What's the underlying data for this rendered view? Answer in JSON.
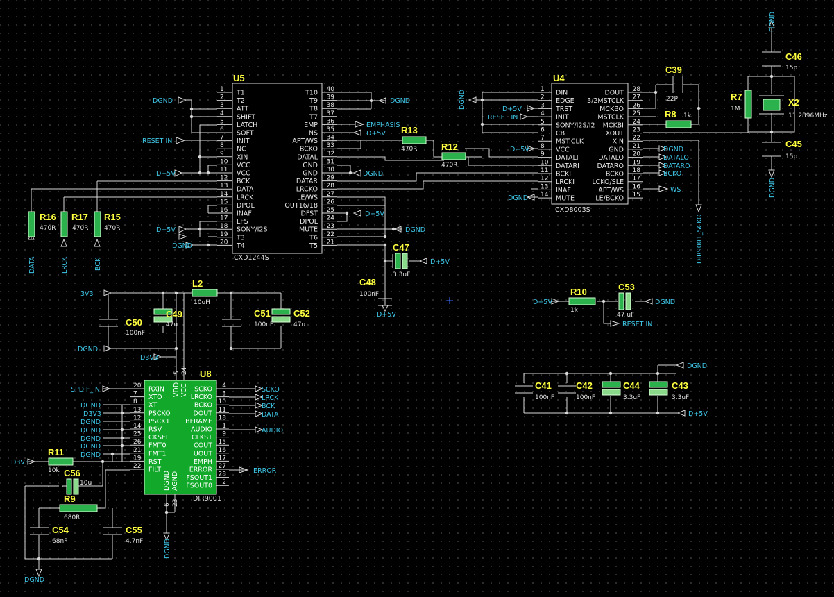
{
  "chips": {
    "u5": {
      "ref": "U5",
      "part": "CXD1244S",
      "left_pins": [
        [
          "1",
          "T1"
        ],
        [
          "2",
          "T2"
        ],
        [
          "3",
          "ATT"
        ],
        [
          "4",
          "SHIFT"
        ],
        [
          "5",
          "LATCH"
        ],
        [
          "6",
          "SOFT"
        ],
        [
          "7",
          "INIT"
        ],
        [
          "8",
          "NC"
        ],
        [
          "9",
          "XIN"
        ],
        [
          "10",
          "VCC"
        ],
        [
          "11",
          "VCC"
        ],
        [
          "12",
          "BCK"
        ],
        [
          "13",
          "DATA"
        ],
        [
          "14",
          "LRCK"
        ],
        [
          "15",
          "DPOL"
        ],
        [
          "16",
          "INAF"
        ],
        [
          "17",
          "LFS"
        ],
        [
          "18",
          "SONY/I2S"
        ],
        [
          "19",
          "T3"
        ],
        [
          "20",
          "T4"
        ]
      ],
      "right_pins": [
        [
          "40",
          "T10"
        ],
        [
          "39",
          "T9"
        ],
        [
          "38",
          "T8"
        ],
        [
          "37",
          "T7"
        ],
        [
          "36",
          "EMP"
        ],
        [
          "35",
          "NS"
        ],
        [
          "34",
          "APT/WS"
        ],
        [
          "33",
          "BCKO"
        ],
        [
          "32",
          "DATAL"
        ],
        [
          "31",
          "GND"
        ],
        [
          "30",
          "GND"
        ],
        [
          "29",
          "DATAR"
        ],
        [
          "28",
          "LRCKO"
        ],
        [
          "27",
          "LE/WS"
        ],
        [
          "26",
          "OUT16/18"
        ],
        [
          "25",
          "DFST"
        ],
        [
          "24",
          "DPOL"
        ],
        [
          "23",
          "MUTE"
        ],
        [
          "22",
          "T6"
        ],
        [
          "21",
          "T5"
        ]
      ]
    },
    "u4": {
      "ref": "U4",
      "part": "CXD8003S",
      "left_pins": [
        [
          "1",
          "DIN"
        ],
        [
          "2",
          "EDGE"
        ],
        [
          "3",
          "TRST"
        ],
        [
          "4",
          "INIT"
        ],
        [
          "5",
          "SONY/I2S/I2"
        ],
        [
          "6",
          "CB"
        ],
        [
          "7",
          "MST.CLK"
        ],
        [
          "8",
          "VCC"
        ],
        [
          "9",
          "DATALI"
        ],
        [
          "10",
          "DATARI"
        ],
        [
          "11",
          "BCKI"
        ],
        [
          "12",
          "LRCKI"
        ],
        [
          "13",
          "INAF"
        ],
        [
          "14",
          "MUTE"
        ]
      ],
      "right_pins": [
        [
          "28",
          "DOUT"
        ],
        [
          "27",
          "3/2MSTCLK"
        ],
        [
          "26",
          "MCKBO"
        ],
        [
          "25",
          "MSTCLK"
        ],
        [
          "24",
          "MCKBI"
        ],
        [
          "23",
          "XOUT"
        ],
        [
          "22",
          "XIN"
        ],
        [
          "21",
          "GND"
        ],
        [
          "20",
          "DATALO"
        ],
        [
          "19",
          "DATARO"
        ],
        [
          "18",
          "BCKO"
        ],
        [
          "17",
          "LCKO/SLE"
        ],
        [
          "16",
          "APT/WS"
        ],
        [
          "15",
          "LE/BCKO"
        ]
      ]
    },
    "u8": {
      "ref": "U8",
      "part": "DIR9001",
      "left_pins": [
        [
          "20",
          "RXIN"
        ],
        [
          "7",
          "XTO"
        ],
        [
          "8",
          "XTI"
        ],
        [
          "13",
          "PSCKO"
        ],
        [
          "12",
          "PSCK1"
        ],
        [
          "14",
          "RSV"
        ],
        [
          "25",
          "CKSEL"
        ],
        [
          "26",
          "FMT0"
        ],
        [
          "21",
          "FMT1"
        ],
        [
          "19",
          "RST"
        ],
        [
          "22",
          "FILT"
        ]
      ],
      "right_pins": [
        [
          "4",
          "SCKO"
        ],
        [
          "3",
          "LRCKO"
        ],
        [
          "10",
          "BCKO"
        ],
        [
          "11",
          "DOUT"
        ],
        [
          "18",
          "BFRAME"
        ],
        [
          "1",
          "AUDIO"
        ],
        [
          "9",
          "CLKST"
        ],
        [
          "15",
          "COUT"
        ],
        [
          "16",
          "UOUT"
        ],
        [
          "17",
          "EMPH"
        ],
        [
          "27",
          "ERROR"
        ],
        [
          "28",
          "FSOUT1"
        ],
        [
          "2",
          "FSOUT0"
        ]
      ],
      "top_pins": [
        [
          "5",
          "VDD"
        ],
        [
          "24",
          "VCC"
        ]
      ],
      "bottom_pins": [
        [
          "6",
          "DGND"
        ],
        [
          "23",
          "AGND"
        ]
      ]
    }
  },
  "components": [
    {
      "id": "R16",
      "value": "470R"
    },
    {
      "id": "R17",
      "value": "470R"
    },
    {
      "id": "R15",
      "value": "470R"
    },
    {
      "id": "R13",
      "value": "470R"
    },
    {
      "id": "R12",
      "value": "470R"
    },
    {
      "id": "R8",
      "value": "1k"
    },
    {
      "id": "R7",
      "value": "1M"
    },
    {
      "id": "X2",
      "value": "11.2896MHz"
    },
    {
      "id": "C46",
      "value": "15p"
    },
    {
      "id": "C45",
      "value": "15p"
    },
    {
      "id": "C39",
      "value": "22P"
    },
    {
      "id": "C47",
      "value": "3.3uF"
    },
    {
      "id": "C48",
      "value": "100nF"
    },
    {
      "id": "L2",
      "value": "10uH"
    },
    {
      "id": "C50",
      "value": "100nF"
    },
    {
      "id": "C49",
      "value": "47u"
    },
    {
      "id": "C51",
      "value": "100nF"
    },
    {
      "id": "C52",
      "value": "47u"
    },
    {
      "id": "R10",
      "value": "1k"
    },
    {
      "id": "C53",
      "value": "47 uF"
    },
    {
      "id": "C41",
      "value": "100nF"
    },
    {
      "id": "C42",
      "value": "100nF"
    },
    {
      "id": "C44",
      "value": "3.3uF"
    },
    {
      "id": "C43",
      "value": "3.3uF"
    },
    {
      "id": "R11",
      "value": "10k"
    },
    {
      "id": "C56",
      "value": "10u"
    },
    {
      "id": "R9",
      "value": "680R"
    },
    {
      "id": "C54",
      "value": "68nF"
    },
    {
      "id": "C55",
      "value": "4.7nF"
    }
  ],
  "nets": {
    "dgnd": "DGND",
    "d5v": "D+5V",
    "reset_in": "RESET IN",
    "emphasis": "EMPHASIS",
    "data": "DATA",
    "lrck": "LRCK",
    "bck": "BCK",
    "datalo": "DATALO",
    "dataro": "DATARO",
    "bcko": "BCKO",
    "ws": "WS",
    "dir_scko": "DIR9001_SCKO",
    "v3": "3V3",
    "d3v3": "D3V3",
    "spdif": "SPDIF_IN",
    "scko": "SCKO",
    "audio": "AUDIO",
    "error": "ERROR"
  },
  "colors": {
    "background": "#000000",
    "wire": "#d8d8d8",
    "component": "#2bb24c",
    "chip": "#12a82a",
    "label": "#3ec6e6",
    "ref": "#ffff40"
  }
}
